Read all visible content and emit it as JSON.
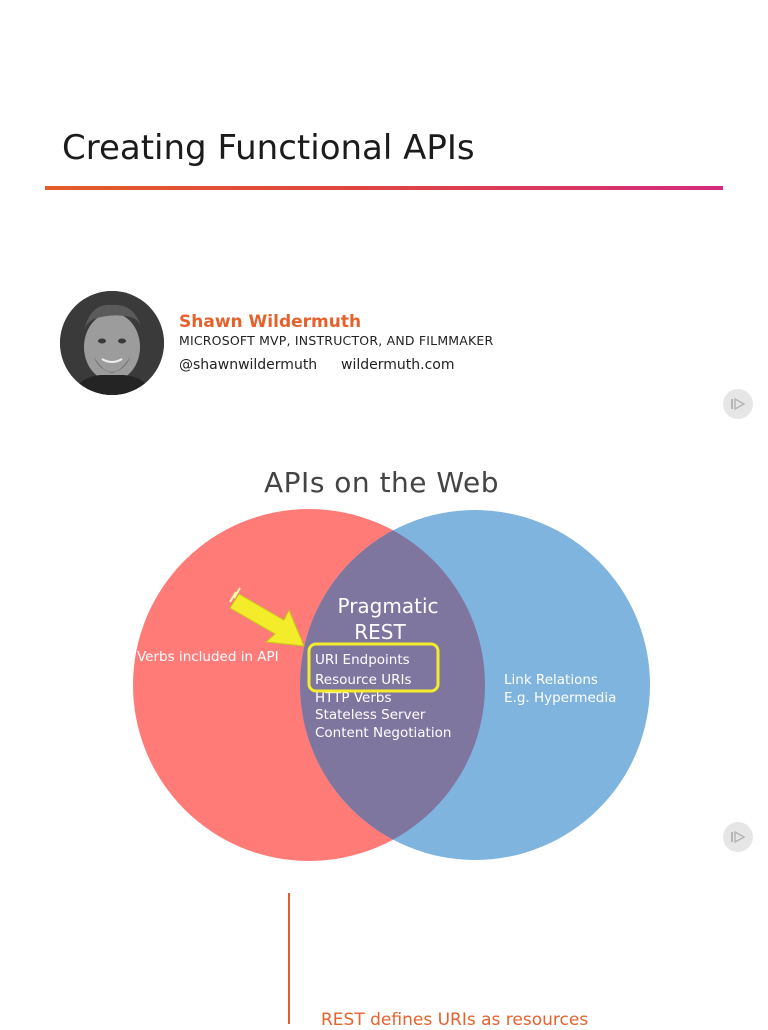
{
  "header": {
    "title": "Creating Functional APIs"
  },
  "author": {
    "name": "Shawn Wildermuth",
    "role": "MICROSOFT MVP, INSTRUCTOR, AND FILMMAKER",
    "twitter": "@shawnwildermuth",
    "website": "wildermuth.com"
  },
  "nav": {
    "icon": "play-skip-icon"
  },
  "slide": {
    "title": "APIs on the Web",
    "left_circle": {
      "label": "Verbs included in API",
      "color": "#ff7b78"
    },
    "right_circle": {
      "lines": [
        "Link Relations",
        "E.g. Hypermedia"
      ],
      "color": "#7fb4de"
    },
    "overlap": {
      "heading": [
        "Pragmatic",
        "REST"
      ],
      "highlighted": [
        "URI Endpoints",
        "Resource URIs"
      ],
      "items": [
        "HTTP Verbs",
        "Stateless Server",
        "Content Negotiation"
      ],
      "color": "#7f76a0"
    },
    "highlight_color": "#f2ec2b"
  },
  "footer": {
    "text": "REST defines URIs as resources"
  }
}
